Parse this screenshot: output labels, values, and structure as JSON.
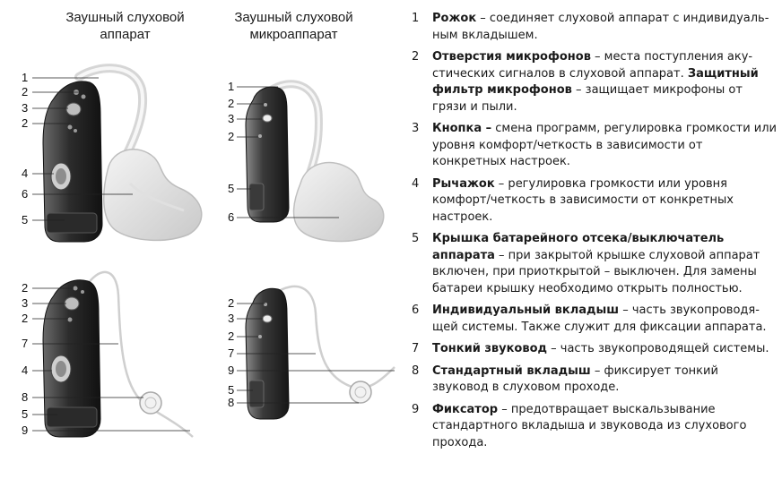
{
  "figures": {
    "bte_title": "Заушный слуховой аппарат",
    "mini_title": "Заушный слуховой микроаппарат"
  },
  "callouts": {
    "tl": [
      "1",
      "2",
      "3",
      "2",
      "4",
      "6",
      "5"
    ],
    "tr": [
      "1",
      "2",
      "3",
      "2",
      "5",
      "6"
    ],
    "bl": [
      "2",
      "3",
      "2",
      "7",
      "4",
      "8",
      "5",
      "9"
    ],
    "br": [
      "2",
      "3",
      "2",
      "7",
      "9",
      "5",
      "8"
    ]
  },
  "legend": [
    {
      "num": "1",
      "term": "Рожок",
      "desc": " – соединяет слуховой аппарат с индивидуаль-ным вкладышем."
    },
    {
      "num": "2",
      "term": "Отверстия микрофонов",
      "desc": " – места поступления аку-стических сигналов в слуховой аппарат. ",
      "term2": "Защитный фильтр микрофонов",
      "desc2": " – защищает микрофоны от грязи и пыли."
    },
    {
      "num": "3",
      "term": "Кнопка –",
      "desc": " смена программ, регулировка громкости или уровня комфорт/четкость в зависимости от конкретных настроек."
    },
    {
      "num": "4",
      "term": "Рычажок",
      "desc": " – регулировка громкости или уровня комфорт/четкость в зависимости от конкретных настроек."
    },
    {
      "num": "5",
      "term": "Крышка батарейного отсека/выключатель аппарата",
      "desc": " – при закрытой крышке слуховой аппарат включен, при приоткрытой – выключен. Для замены батареи крышку необходимо открыть полностью."
    },
    {
      "num": "6",
      "term": "Индивидуальный вкладыш",
      "desc": " – часть звукопроводя-щей системы. Также служит для фиксации аппарата."
    },
    {
      "num": "7",
      "term": "Тонкий звуковод",
      "desc": " – часть звукопроводящей системы."
    },
    {
      "num": "8",
      "term": "Стандартный вкладыш",
      "desc": " – фиксирует тонкий звуковод в слуховом проходе."
    },
    {
      "num": "9",
      "term": "Фиксатор",
      "desc": " – предотвращает выскальзывание стандартного вкладыша и звуковода из слухового прохода."
    }
  ]
}
